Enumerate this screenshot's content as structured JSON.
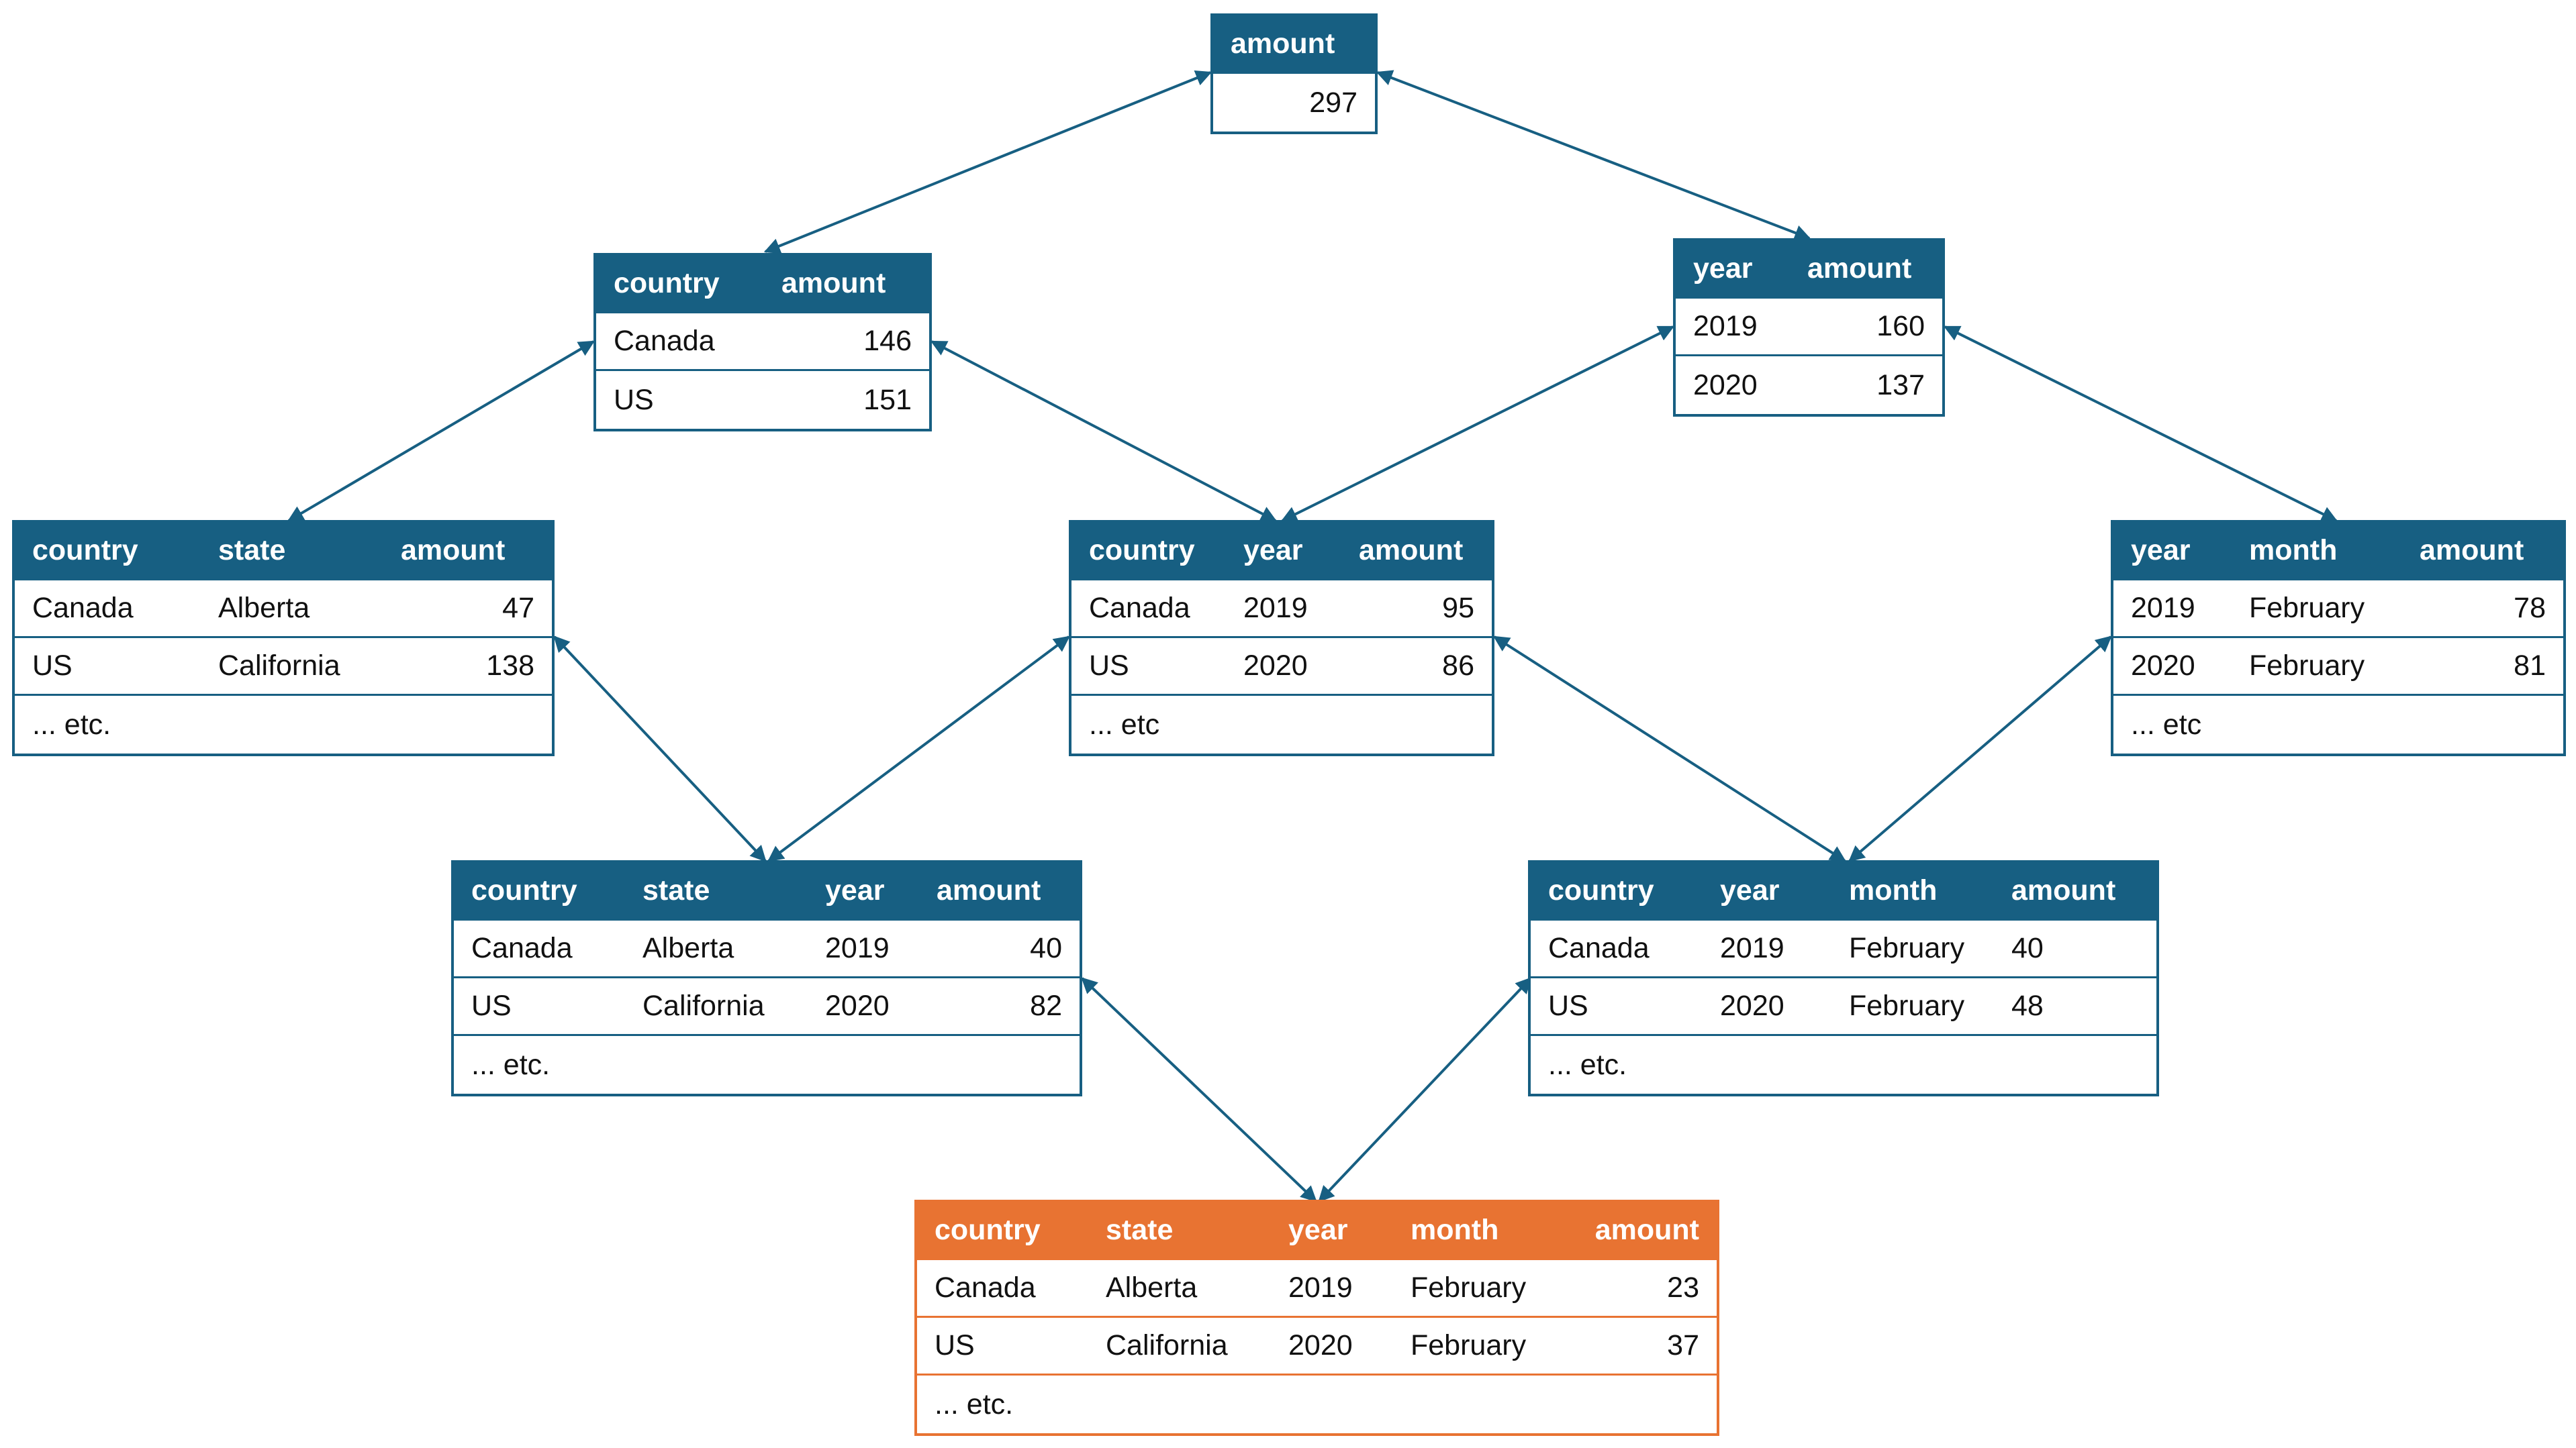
{
  "colors": {
    "aggregate": "#175F82",
    "base": "#E87332",
    "row_border": "#175F82",
    "arrow": "#175F82"
  },
  "tables": {
    "total": {
      "headers": [
        "amount"
      ],
      "rows": [
        [
          "297"
        ]
      ]
    },
    "by_country": {
      "headers": [
        "country",
        "amount"
      ],
      "rows": [
        [
          "Canada",
          "146"
        ],
        [
          "US",
          "151"
        ]
      ]
    },
    "by_year": {
      "headers": [
        "year",
        "amount"
      ],
      "rows": [
        [
          "2019",
          "160"
        ],
        [
          "2020",
          "137"
        ]
      ]
    },
    "by_country_state": {
      "headers": [
        "country",
        "state",
        "amount"
      ],
      "rows": [
        [
          "Canada",
          "Alberta",
          "47"
        ],
        [
          "US",
          "California",
          "138"
        ]
      ],
      "more": "... etc."
    },
    "by_country_year": {
      "headers": [
        "country",
        "year",
        "amount"
      ],
      "rows": [
        [
          "Canada",
          "2019",
          "95"
        ],
        [
          "US",
          "2020",
          "86"
        ]
      ],
      "more": "... etc"
    },
    "by_year_month": {
      "headers": [
        "year",
        "month",
        "amount"
      ],
      "rows": [
        [
          "2019",
          "February",
          "78"
        ],
        [
          "2020",
          "February",
          "81"
        ]
      ],
      "more": "... etc"
    },
    "by_country_state_year": {
      "headers": [
        "country",
        "state",
        "year",
        "amount"
      ],
      "rows": [
        [
          "Canada",
          "Alberta",
          "2019",
          "40"
        ],
        [
          "US",
          "California",
          "2020",
          "82"
        ]
      ],
      "more": "... etc."
    },
    "by_country_year_month": {
      "headers": [
        "country",
        "year",
        "month",
        "amount"
      ],
      "rows": [
        [
          "Canada",
          "2019",
          "February",
          "40"
        ],
        [
          "US",
          "2020",
          "February",
          "48"
        ]
      ],
      "more": "... etc."
    },
    "base": {
      "headers": [
        "country",
        "state",
        "year",
        "month",
        "amount"
      ],
      "rows": [
        [
          "Canada",
          "Alberta",
          "2019",
          "February",
          "23"
        ],
        [
          "US",
          "California",
          "2020",
          "February",
          "37"
        ]
      ],
      "more": "... etc."
    }
  }
}
